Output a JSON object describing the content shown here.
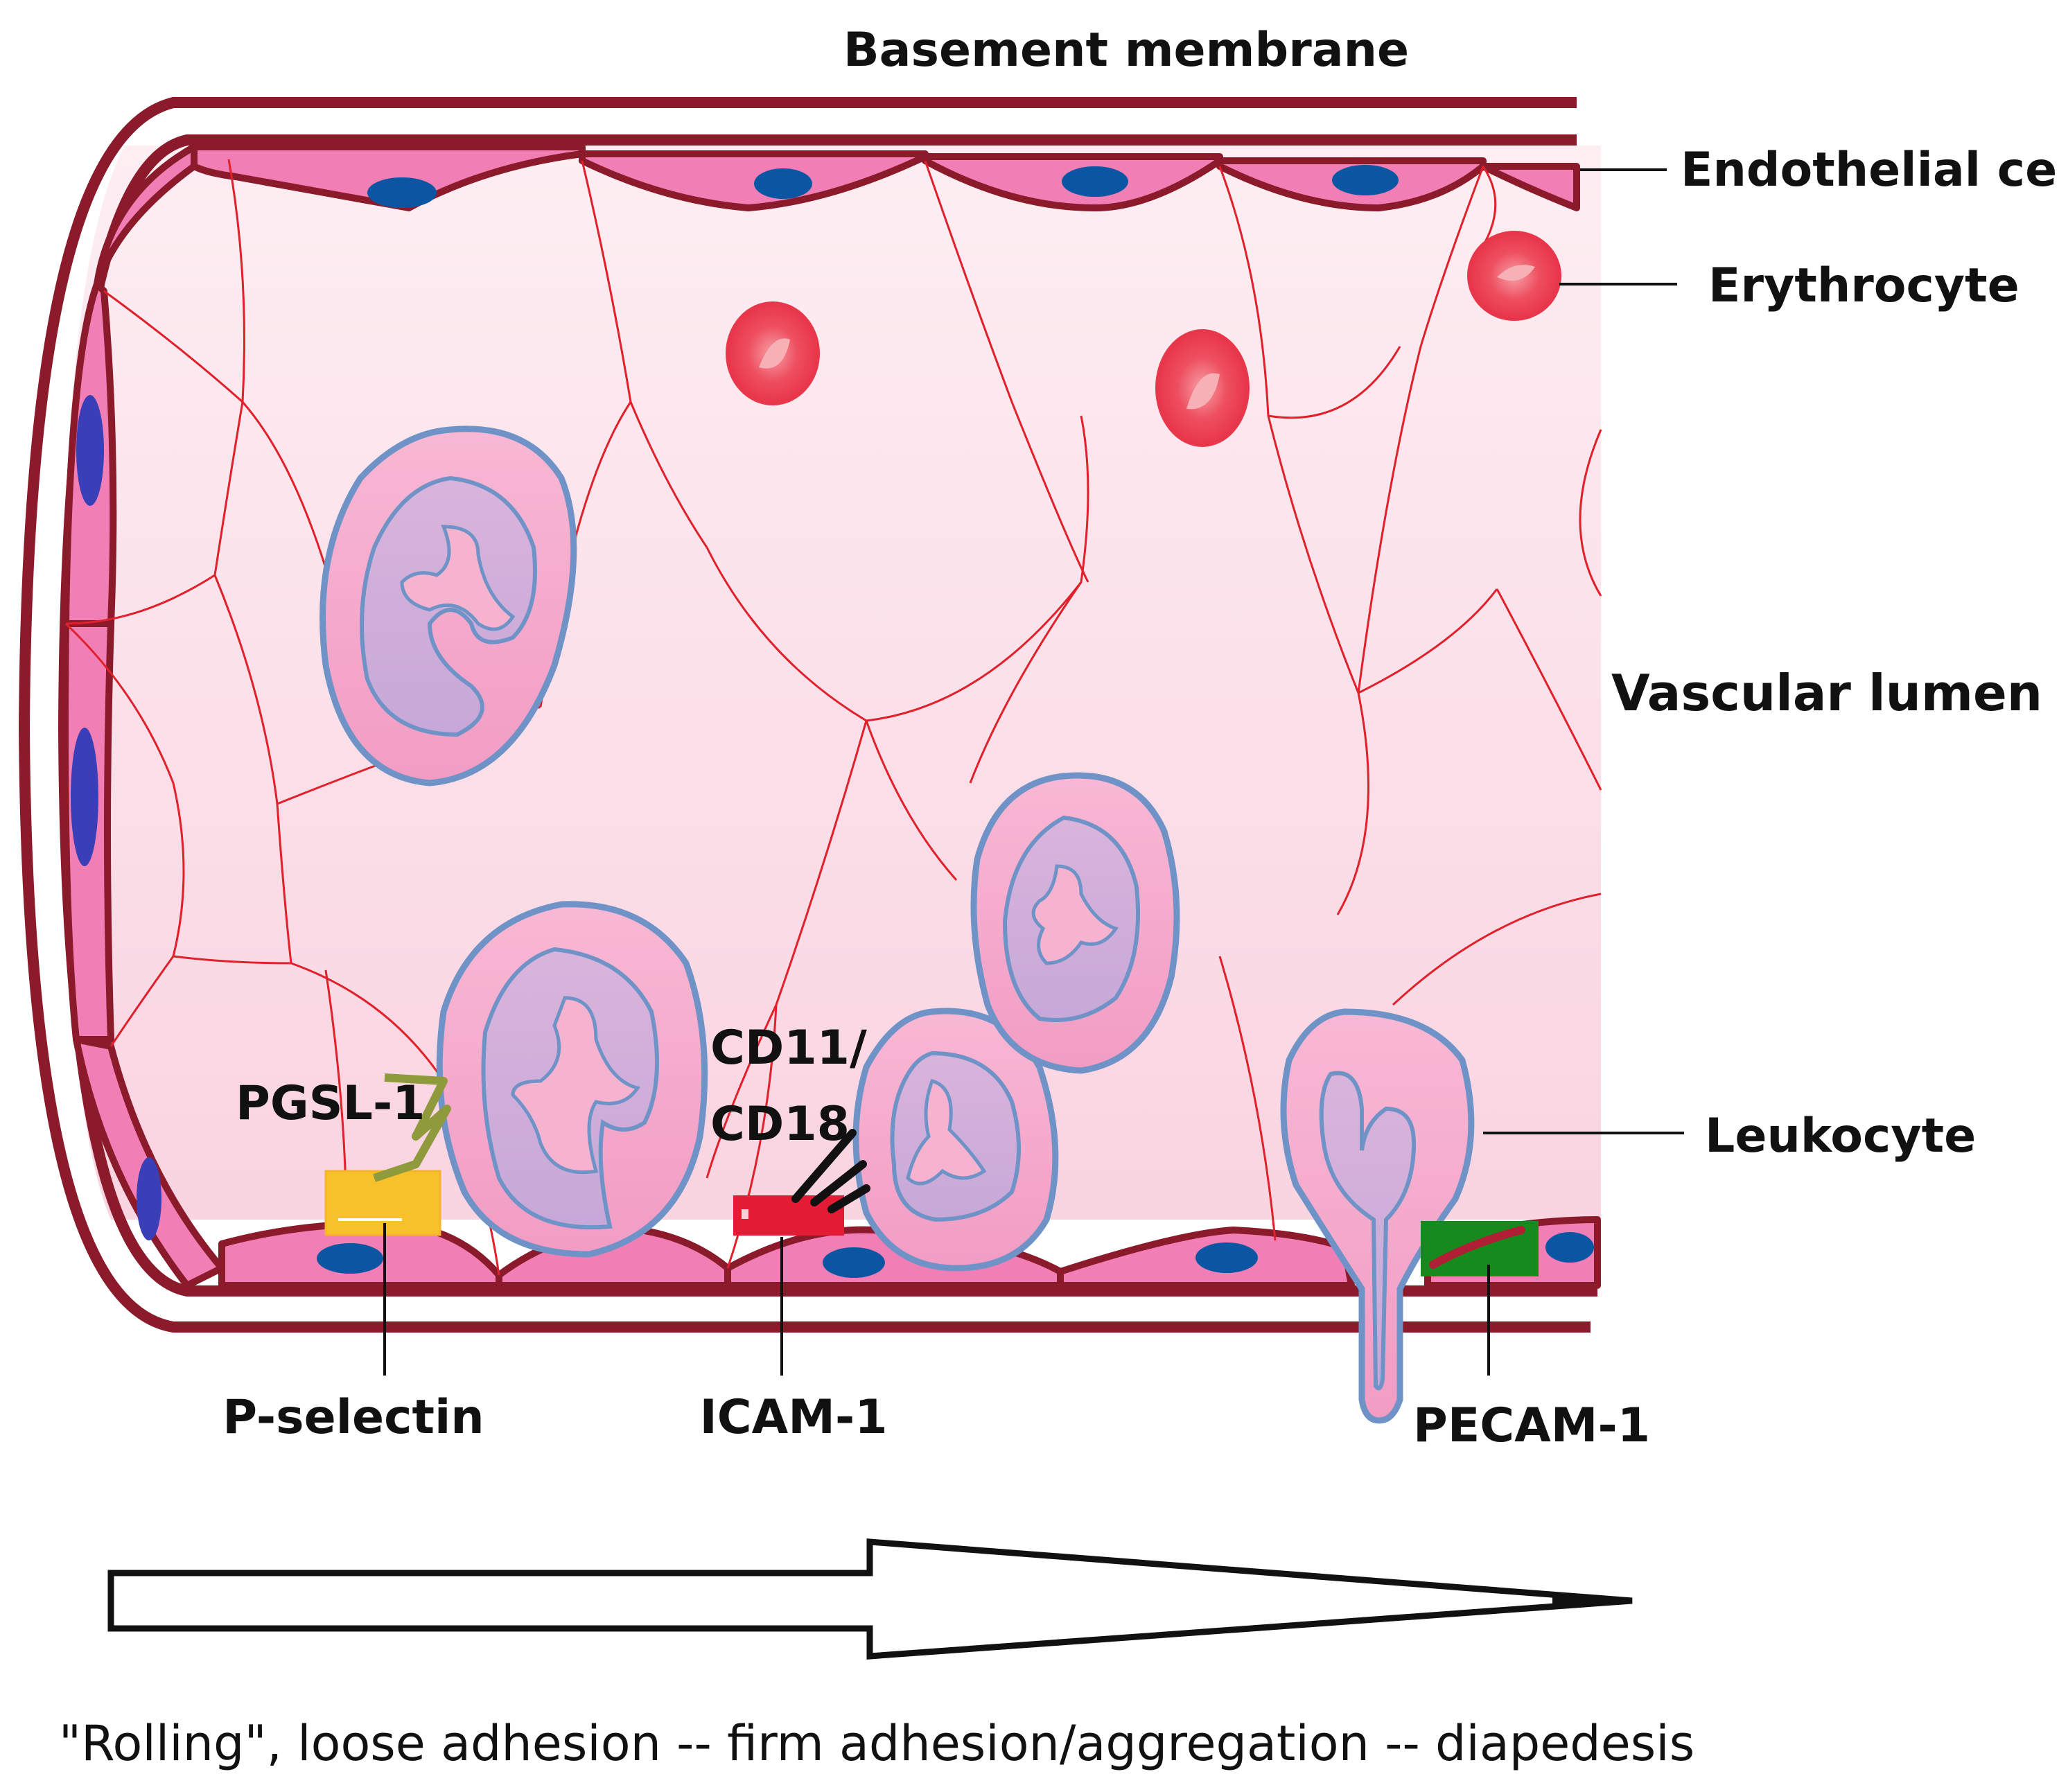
{
  "labels": {
    "basement_membrane": "Basement membrane",
    "endothelial_cells": "Endothelial cells",
    "erythrocyte": "Erythrocyte",
    "vascular_lumen": "Vascular lumen",
    "leukocyte": "Leukocyte",
    "pgsl1": "PGSL-1",
    "cd11": "CD11/",
    "cd18": "CD18",
    "p_selectin": "P-selectin",
    "icam1": "ICAM-1",
    "pecam1": "PECAM-1"
  },
  "process_caption": "\"Rolling\", loose adhesion -- firm adhesion/aggregation -- diapedesis",
  "colors": {
    "membrane": "#8b1a2b",
    "endothelium": "#f17fb6",
    "nucleus": "#0b56a2",
    "lumen": "#fbe3ea",
    "cell_junction": "#e0202a",
    "erythrocyte": "#f0505f",
    "leukocyte": "#f4a9cc",
    "leukocyte_border": "#6f93c7",
    "leukocyte_nucleus": "#d4b7e0",
    "p_selectin": "#f6c12b",
    "icam1": "#e31b35",
    "pecam1": "#178a1d",
    "pgsl1": "#8f9a3d"
  }
}
